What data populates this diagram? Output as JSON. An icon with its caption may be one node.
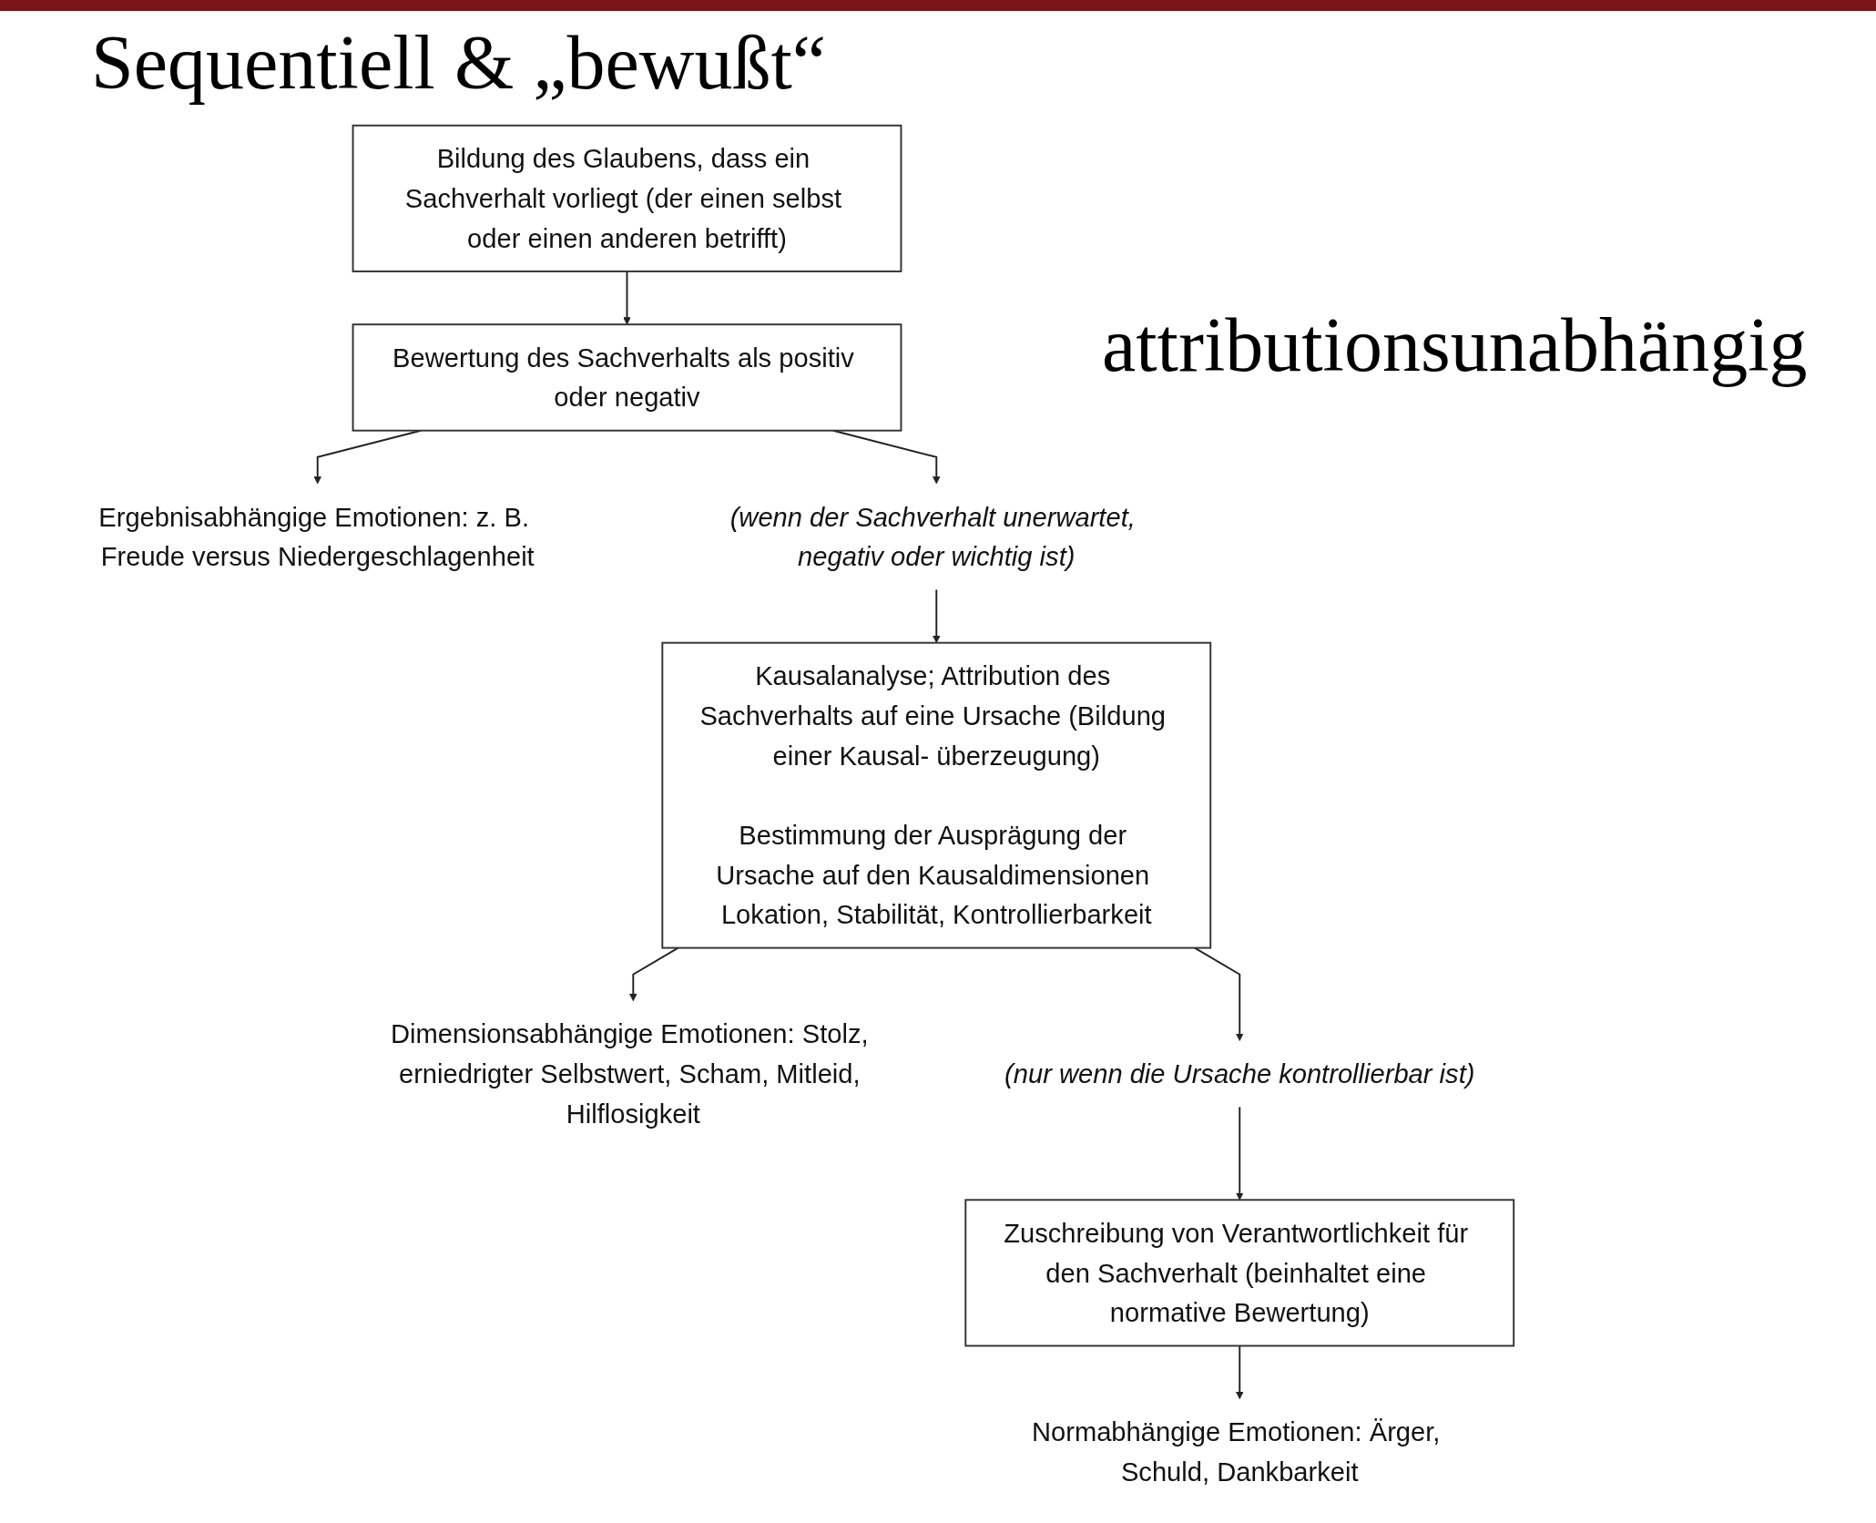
{
  "diagram": {
    "title": "Sequentiell & „bewußt“",
    "nodes": [
      {
        "text": [
          "Bildung des Glaubens, dass ein Sachverhalt vorliegt (der einen selbst oder einen anderen betrifft)"
        ]
      },
      {
        "text": [
          "Bewertung des Sachverhalts als positiv oder negativ"
        ]
      },
      {
        "text": [
          "Ergebnisabhängige Emotionen: z. B. Freude versus Niedergeschlagenheit"
        ]
      },
      {
        "text": [
          "(wenn der Sachverhalt unerwartet, negativ oder wichtig ist)"
        ]
      },
      {
        "text": [
          "Kausalanalyse; Attribution des Sachverhalts auf eine Ursache (Bildung einer Kausal- überzeugung)",
          "Bestimmung der Ausprägung der Ursache auf den Kausaldimensionen Lokation, Stabilität, Kontrollierbarkeit"
        ]
      },
      {
        "text": [
          "Dimensionsabhängige Emotionen: Stolz, erniedrigter Selbstwert, Scham, Mitleid, Hilflosigkeit"
        ]
      },
      {
        "text": [
          "(nur wenn die Ursache kontrollierbar ist)"
        ]
      },
      {
        "text": [
          "Zuschreibung von Verantwortlichkeit für den Sachverhalt (beinhaltet eine normative Bewertung)"
        ]
      },
      {
        "text": [
          "Normabhängige Emotionen: Ärger, Schuld, Dankbarkeit"
        ]
      }
    ],
    "edges": [
      {
        "from": 0,
        "to": 1,
        "arrow": "to"
      },
      {
        "from": 1,
        "to": 2,
        "arrow": "to"
      },
      {
        "from": 1,
        "to": 3,
        "arrow": "to"
      },
      {
        "from": 3,
        "to": 4,
        "arrow": "to"
      },
      {
        "from": 4,
        "to": 5,
        "arrow": "to"
      },
      {
        "from": 4,
        "to": 6,
        "arrow": "to"
      },
      {
        "from": 6,
        "to": 7,
        "arrow": "to"
      },
      {
        "from": 7,
        "to": 8,
        "arrow": "to"
      }
    ],
    "labels": [
      "attributionsunabhängig"
    ]
  }
}
